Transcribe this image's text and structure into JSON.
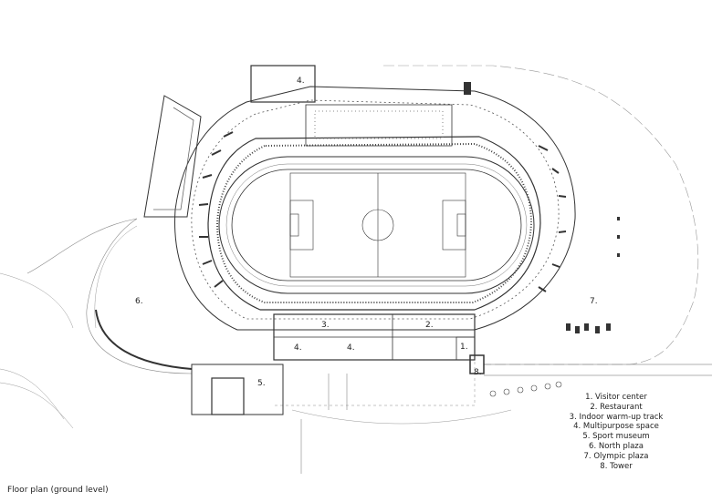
{
  "plan_labels": {
    "north_multipurpose": "4.",
    "north_plaza": "6.",
    "olympic_plaza": "7.",
    "warmup_track": "3.",
    "restaurant": "2.",
    "multipurpose_a": "4.",
    "multipurpose_b": "4.",
    "visitor_center": "1.",
    "tower": "8.",
    "sport_museum": "5."
  },
  "legend": [
    "1. Visitor center",
    "2. Restaurant",
    "3. Indoor warm-up track",
    "4. Multipurpose space",
    "5. Sport museum",
    "6. North plaza",
    "7. Olympic plaza",
    "8. Tower"
  ],
  "caption": "Floor plan (ground level)"
}
